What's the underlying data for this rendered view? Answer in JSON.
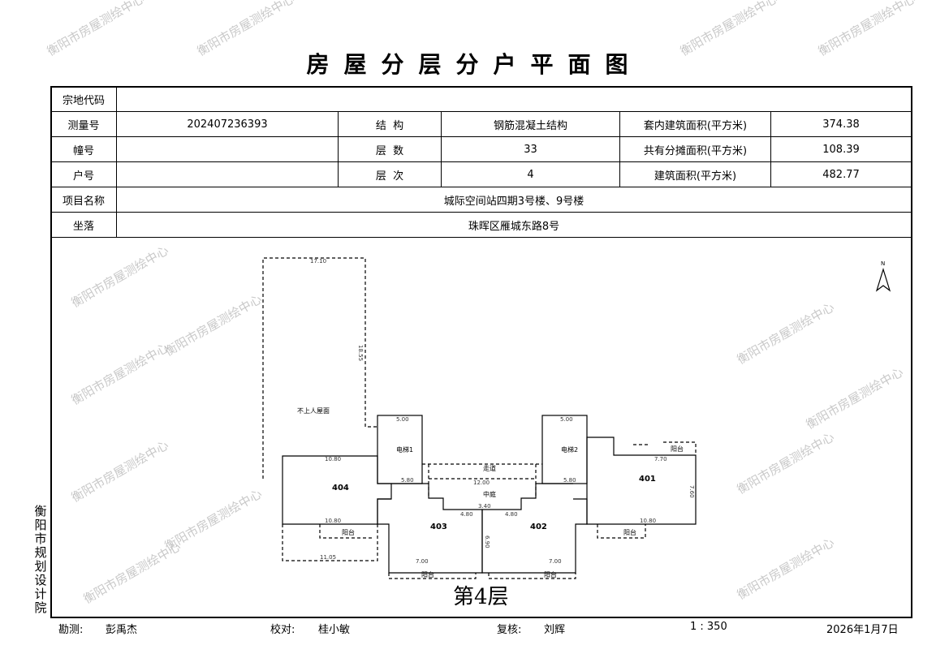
{
  "title": "房屋分层分户平面图",
  "watermark": "衡阳市房屋测绘中心",
  "table": {
    "parcel_code_label": "宗地代码",
    "parcel_code": "",
    "survey_no_label": "测量号",
    "survey_no": "202407236393",
    "structure_label": "结  构",
    "structure": "钢筋混凝土结构",
    "inner_area_label": "套内建筑面积(平方米)",
    "inner_area": "374.38",
    "building_no_label": "幢号",
    "building_no": "",
    "floors_label": "层  数",
    "floors": "33",
    "shared_area_label": "共有分摊面积(平方米)",
    "shared_area": "108.39",
    "unit_no_label": "户号",
    "unit_no": "",
    "floor_label": "层  次",
    "floor": "4",
    "total_area_label": "建筑面积(平方米)",
    "total_area": "482.77",
    "project_label": "项目名称",
    "project": "城际空间站四期3号楼、9号楼",
    "location_label": "坐落",
    "location": "珠晖区雁城东路8号"
  },
  "plan": {
    "floor_caption": "第4层",
    "rooms": {
      "u401": "401",
      "u402": "402",
      "u403": "403",
      "u404": "404",
      "elev1": "电梯1",
      "elev2": "电梯2",
      "corridor": "走道",
      "atrium": "中庭",
      "roof": "不上人屋面",
      "balcony": "阳台"
    },
    "dims": {
      "roof_top": "17.10",
      "roof_side": "18.55",
      "w404": "10.80",
      "w401": "10.80",
      "e_top": "5.00",
      "e_h": "5.80",
      "c_w": "12.00",
      "b404": "11.05",
      "b_403": "7.00",
      "b_402": "7.00",
      "mid": "6.90",
      "a1": "4.80",
      "a2": "3.40",
      "a3": "7.70",
      "a4": "7.60"
    },
    "north": "N"
  },
  "side_org": "衡阳市规划设计院",
  "footer": {
    "surveyor_label": "勘测:",
    "surveyor": "彭禹杰",
    "checker_label": "校对:",
    "checker": "桂小敏",
    "reviewer_label": "复核:",
    "reviewer": "刘辉",
    "scale": "1 : 350",
    "date": "2026年1月7日"
  }
}
